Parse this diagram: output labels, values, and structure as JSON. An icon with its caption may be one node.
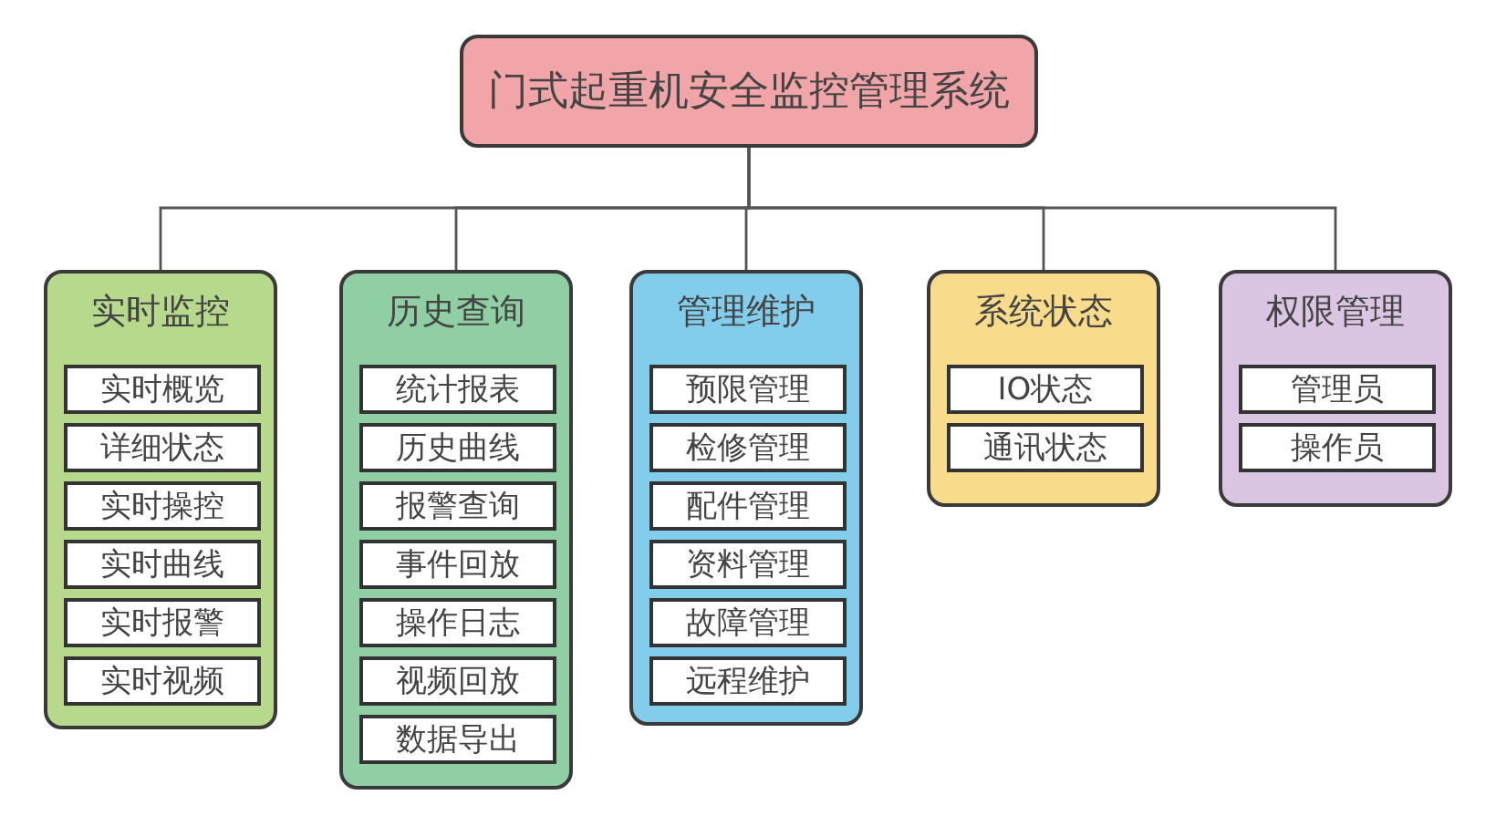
{
  "diagram": {
    "nodes": [
      {
        "text": [
          "门式起重机安全监控管理系统"
        ]
      },
      {
        "text": [
          "实时监控"
        ]
      },
      {
        "text": [
          "实时概览"
        ],
        "in": 1
      },
      {
        "text": [
          "详细状态"
        ],
        "in": 1
      },
      {
        "text": [
          "实时操控"
        ],
        "in": 1
      },
      {
        "text": [
          "实时曲线"
        ],
        "in": 1
      },
      {
        "text": [
          "实时报警"
        ],
        "in": 1
      },
      {
        "text": [
          "实时视频"
        ],
        "in": 1
      },
      {
        "text": [
          "历史查询"
        ]
      },
      {
        "text": [
          "统计报表"
        ],
        "in": 8
      },
      {
        "text": [
          "历史曲线"
        ],
        "in": 8
      },
      {
        "text": [
          "报警查询"
        ],
        "in": 8
      },
      {
        "text": [
          "事件回放"
        ],
        "in": 8
      },
      {
        "text": [
          "操作日志"
        ],
        "in": 8
      },
      {
        "text": [
          "视频回放"
        ],
        "in": 8
      },
      {
        "text": [
          "数据导出"
        ],
        "in": 8
      },
      {
        "text": [
          "管理维护"
        ]
      },
      {
        "text": [
          "预限管理"
        ],
        "in": 16
      },
      {
        "text": [
          "检修管理"
        ],
        "in": 16
      },
      {
        "text": [
          "配件管理"
        ],
        "in": 16
      },
      {
        "text": [
          "资料管理"
        ],
        "in": 16
      },
      {
        "text": [
          "故障管理"
        ],
        "in": 16
      },
      {
        "text": [
          "远程维护"
        ],
        "in": 16
      },
      {
        "text": [
          "系统状态"
        ]
      },
      {
        "text": [
          "IO状态"
        ],
        "in": 23
      },
      {
        "text": [
          "通讯状态"
        ],
        "in": 23
      },
      {
        "text": [
          "权限管理"
        ]
      },
      {
        "text": [
          "管理员"
        ],
        "in": 26
      },
      {
        "text": [
          "操作员"
        ],
        "in": 26
      }
    ],
    "edges": [
      {
        "from": 0,
        "to": 1,
        "arrow": "none"
      },
      {
        "from": 0,
        "to": 8,
        "arrow": "none"
      },
      {
        "from": 0,
        "to": 16,
        "arrow": "none"
      },
      {
        "from": 0,
        "to": 23,
        "arrow": "none"
      },
      {
        "from": 0,
        "to": 26,
        "arrow": "none"
      }
    ]
  }
}
